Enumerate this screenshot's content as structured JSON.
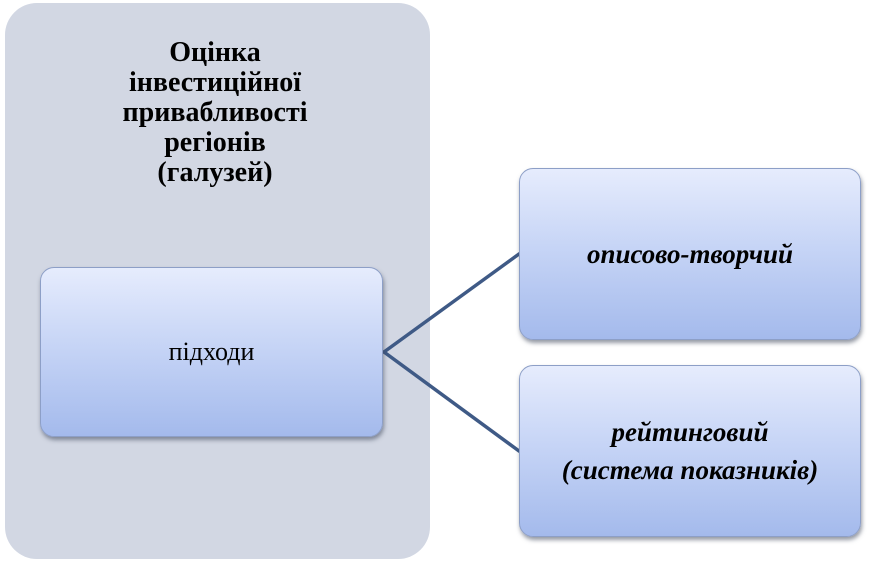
{
  "group": {
    "title_lines": [
      "Оцінка",
      "інвестиційної",
      "привабливості",
      "регіонів",
      "(галузей)"
    ]
  },
  "nodes": {
    "main": {
      "label": "підходи"
    },
    "descriptive": {
      "label": "описово-творчий"
    },
    "rating": {
      "lines": [
        "рейтинговий",
        "(система показників)"
      ]
    }
  },
  "colors": {
    "panel": "#d2d7e3",
    "node_top": "#e6ecfd",
    "node_bottom": "#a4baec",
    "connector": "#3f5a86"
  }
}
